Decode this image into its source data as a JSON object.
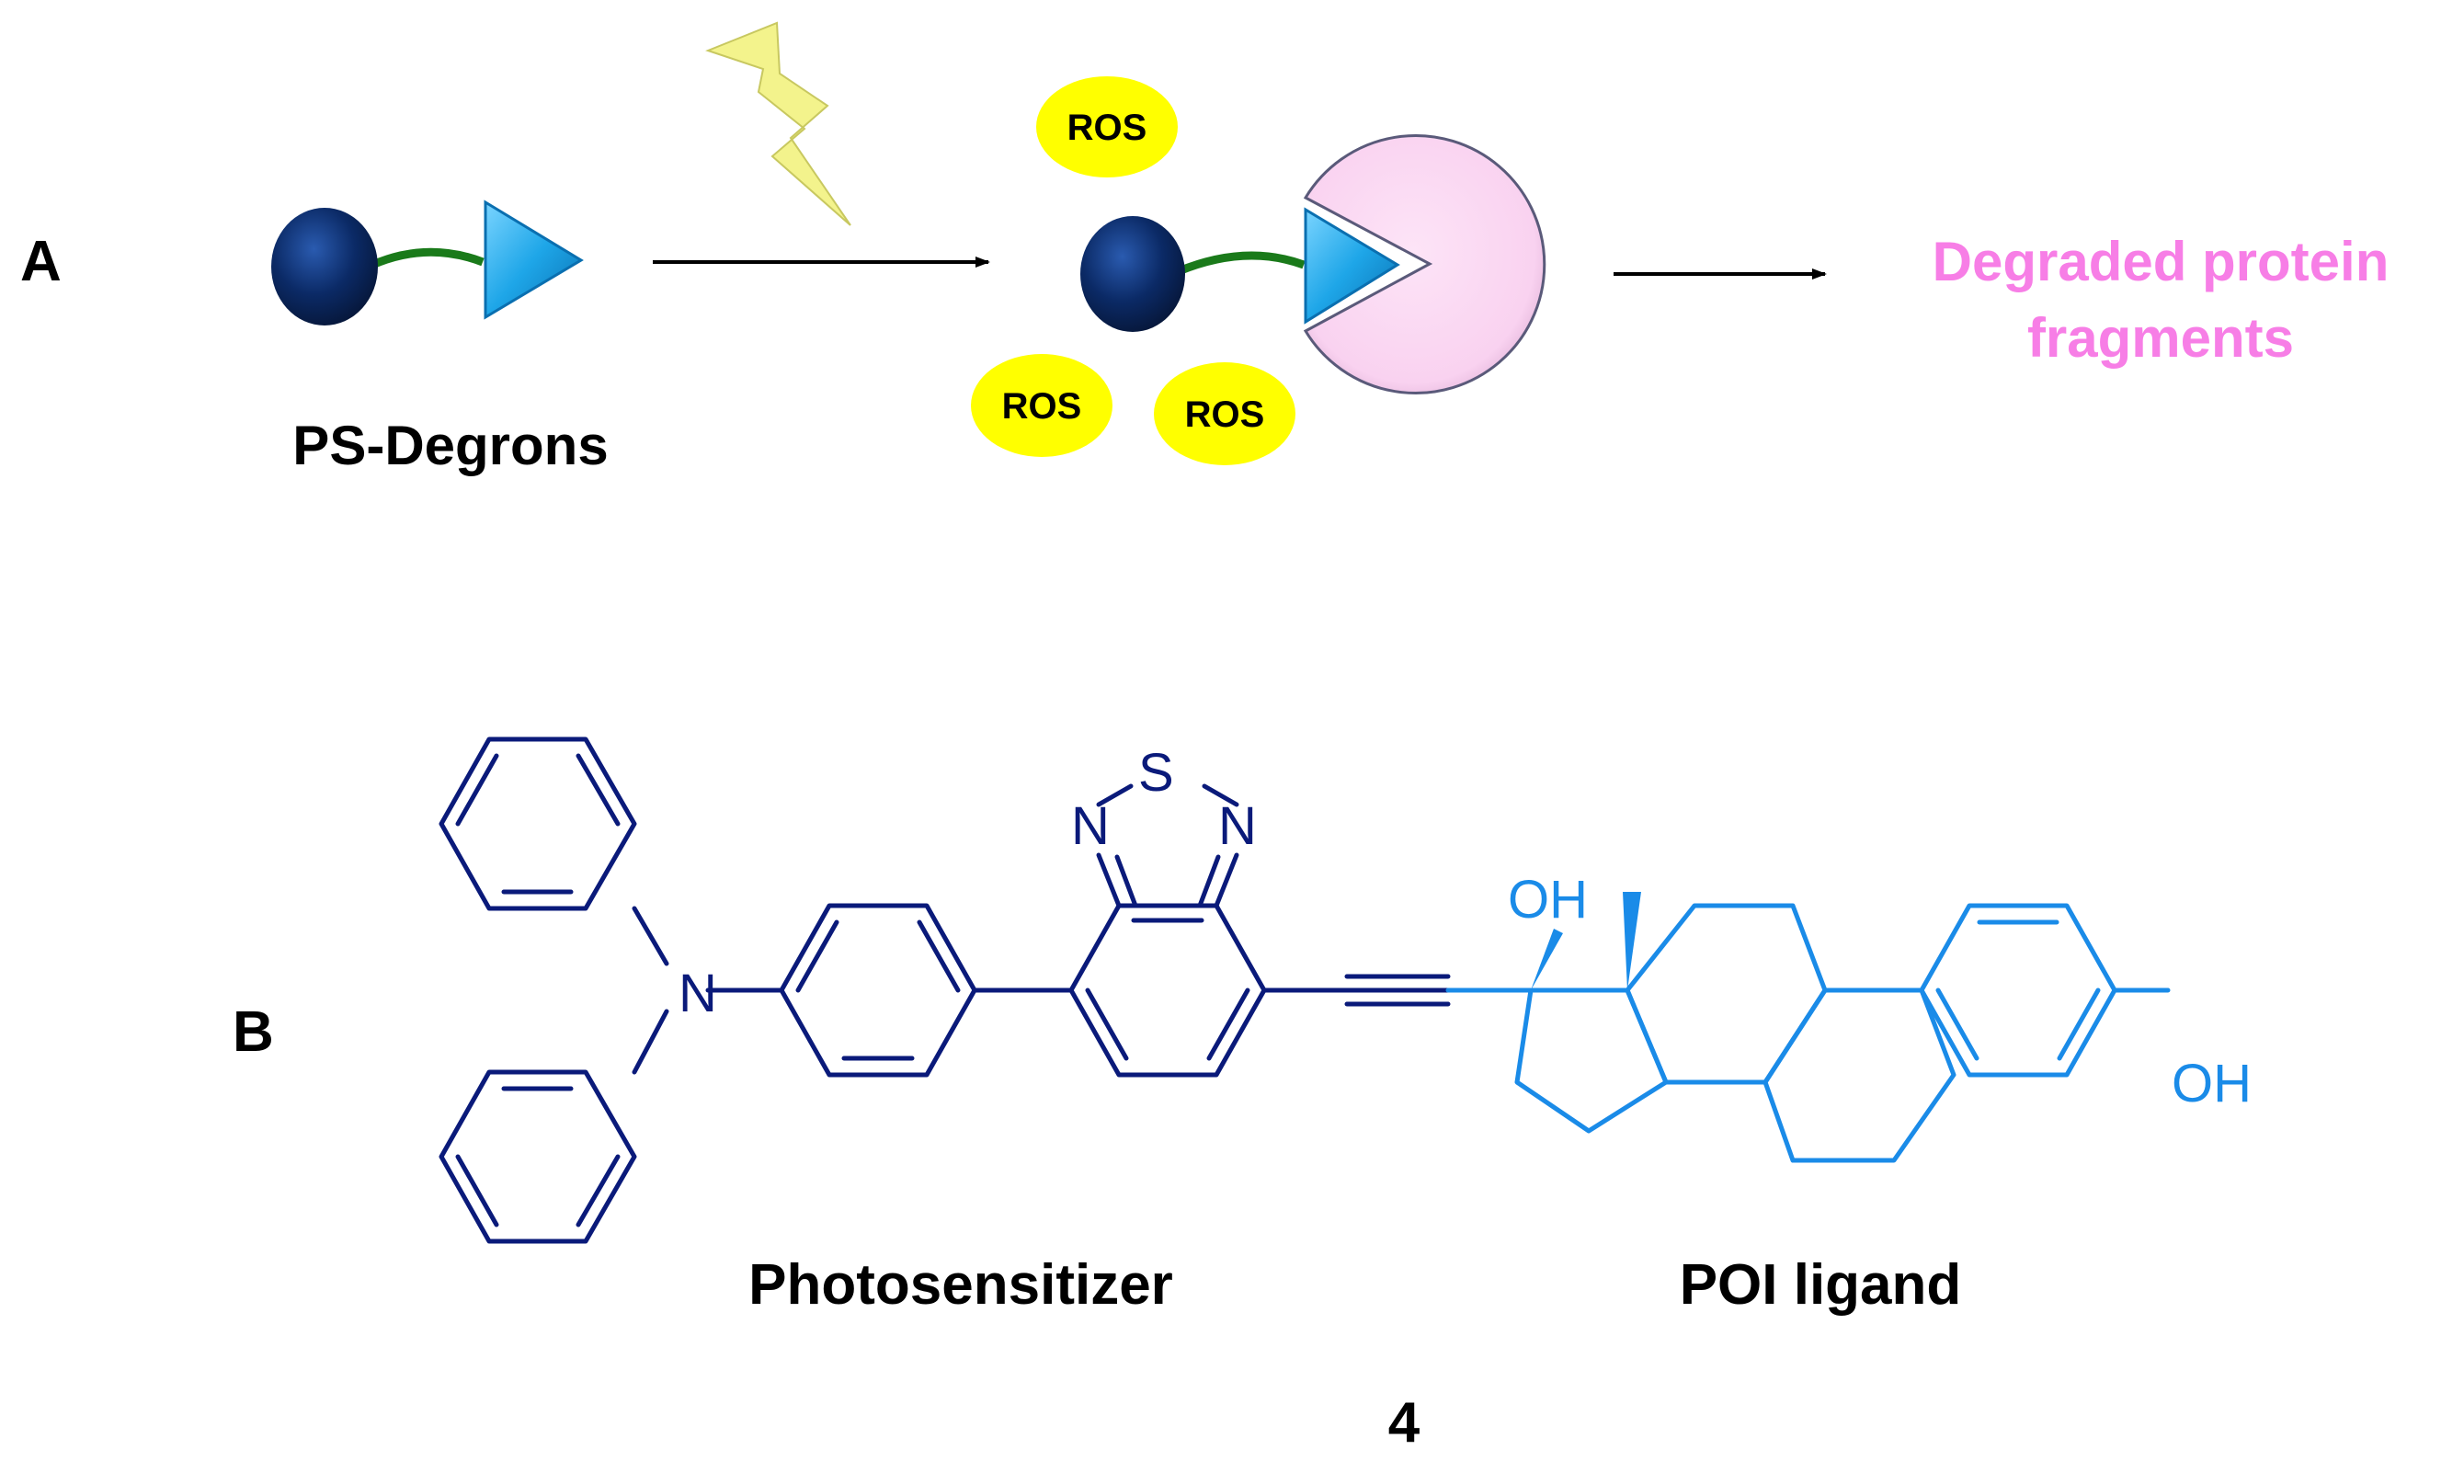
{
  "panel_a": {
    "label": "A",
    "construct_label": "PS-Degrons",
    "ros_label": "ROS",
    "result_label_line1": "Degraded protein",
    "result_label_line2": "fragments"
  },
  "panel_b": {
    "label": "B",
    "photosensitizer_label": "Photosensitizer",
    "poi_label": "POI ligand",
    "compound_number": "4",
    "atoms": {
      "nitrogen": "N",
      "sulfur": "S",
      "hydroxyl": "OH"
    }
  },
  "colors": {
    "sphere": "#0b2a66",
    "linker": "#1a7a1a",
    "triangle": "#1ea6e8",
    "ros_fill": "#ffff00",
    "pacman": "#f9d2f0",
    "result_text": "#f77ee6",
    "photosensitizer_bonds": "#0a1a7a",
    "poi_bonds": "#1a8be8",
    "lightning": "#f3f38c"
  }
}
